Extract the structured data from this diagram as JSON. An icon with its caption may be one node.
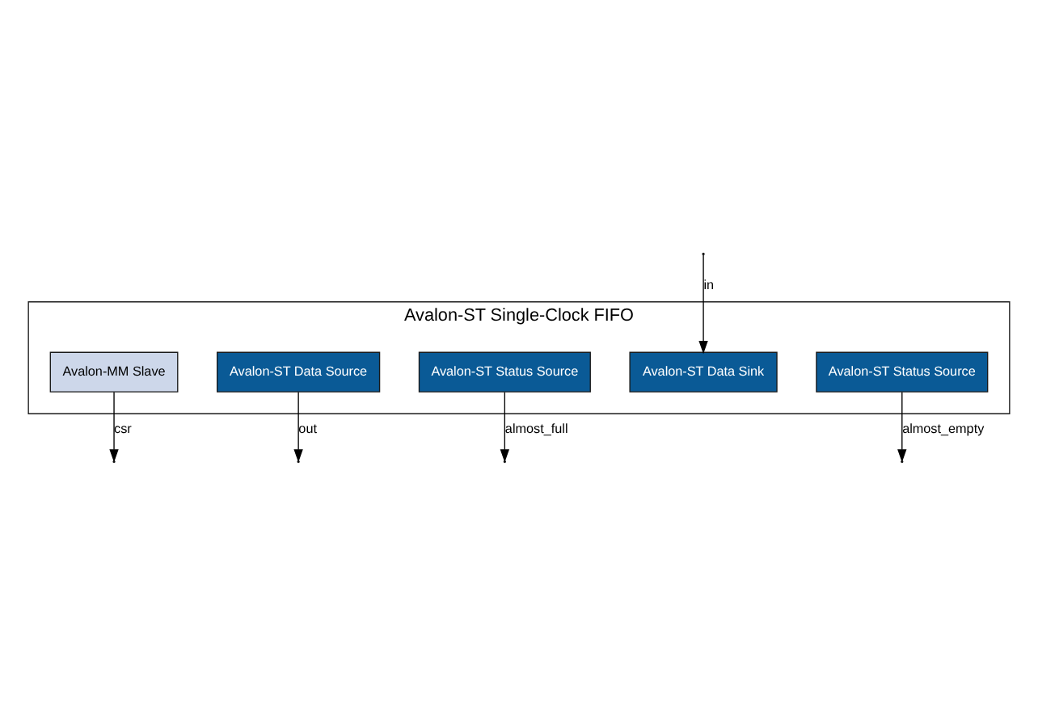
{
  "diagram": {
    "nodes": [
      {
        "text": [
          "Avalon-ST Single-Clock FIFO"
        ]
      },
      {
        "text": [
          "Avalon-MM Slave"
        ],
        "in": 0
      },
      {
        "text": [
          "Avalon-ST Data Sink"
        ],
        "in": 0
      },
      {
        "text": [
          "Avalon-ST Data Source"
        ],
        "in": 0
      },
      {
        "text": [
          "Avalon-ST Status Source"
        ],
        "in": 0
      },
      {
        "text": [
          "Avalon-ST Status Source"
        ],
        "in": 0
      }
    ],
    "edges": [
      {
        "from": 1,
        "to": null,
        "arrow": "to",
        "label": "csr"
      },
      {
        "from": null,
        "to": 2,
        "arrow": "to",
        "label": "in"
      },
      {
        "from": 3,
        "to": null,
        "arrow": "to",
        "label": "out"
      },
      {
        "from": 4,
        "to": null,
        "arrow": "to",
        "label": "almost_full"
      },
      {
        "from": 5,
        "to": null,
        "arrow": "to",
        "label": "almost_empty"
      }
    ]
  }
}
